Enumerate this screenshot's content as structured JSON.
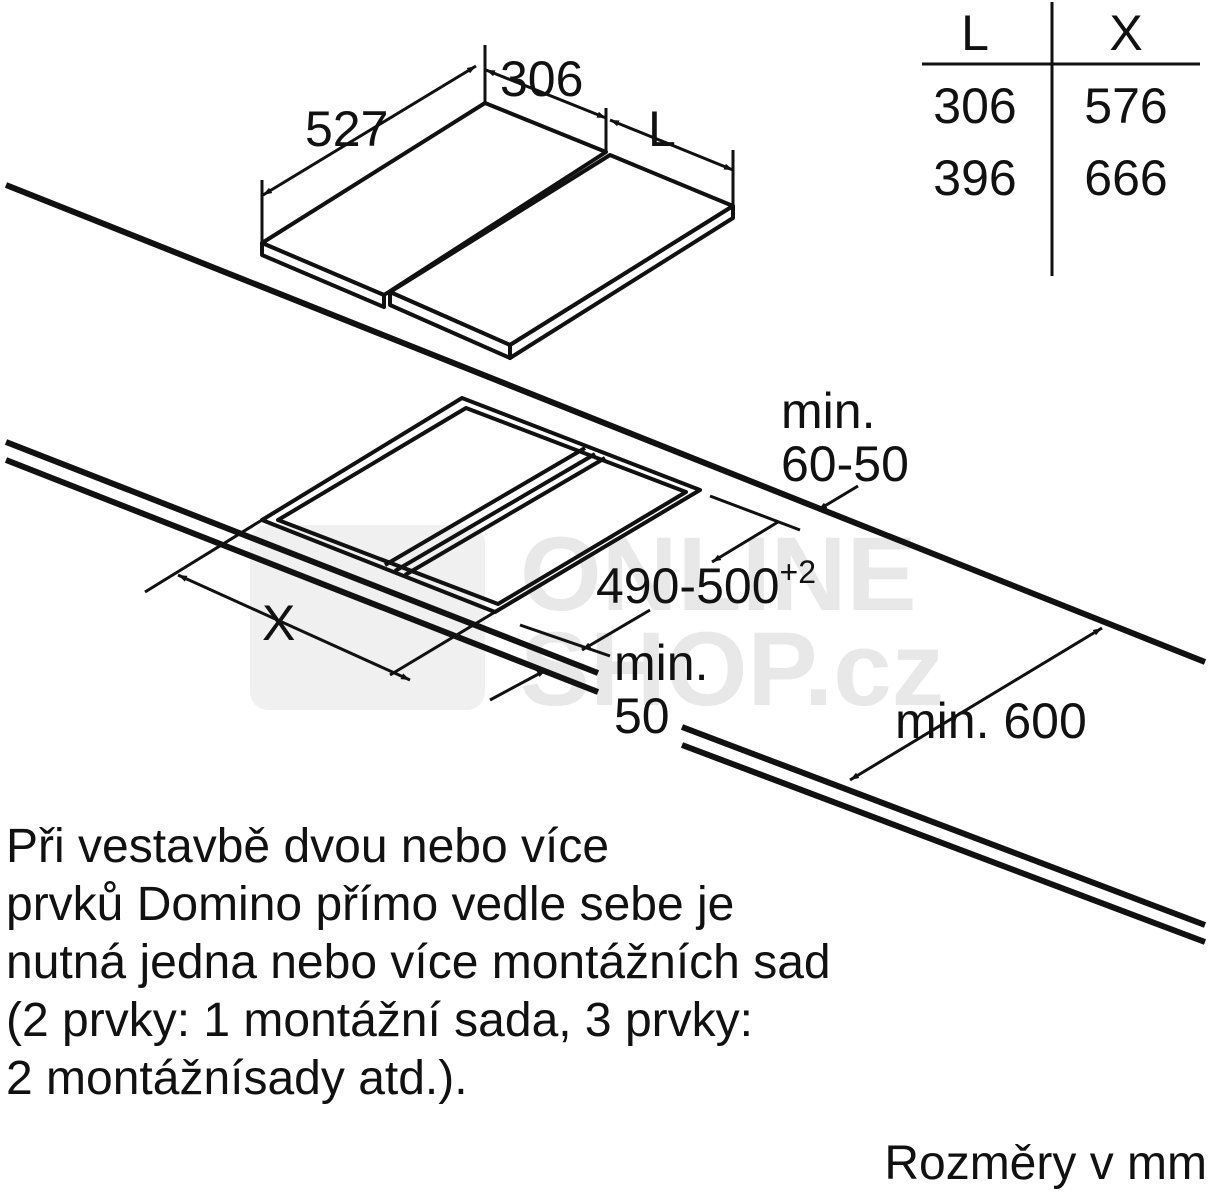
{
  "watermark": {
    "line1": "ONLINE",
    "line2": "SHOP.cz"
  },
  "dimensions": {
    "depth": "527",
    "width": "306",
    "width_variable": "L",
    "cutout_width_variable": "X",
    "cutout_depth": "490-500",
    "cutout_depth_tolerance": "+2",
    "back_distance_line1": "min.",
    "back_distance_line2": "60-50",
    "front_distance_line1": "min.",
    "front_distance_line2": "50",
    "worktop_depth": "min. 600"
  },
  "size_table": {
    "headers": [
      "L",
      "X"
    ],
    "rows": [
      [
        "306",
        "576"
      ],
      [
        "396",
        "666"
      ]
    ]
  },
  "note_lines": [
    "Při vestavbě dvou nebo více",
    "prvků Domino přímo vedle sebe je",
    "nutná jedna nebo více montážních sad",
    "(2 prvky: 1 montážní sada, 3 prvky:",
    "2 montážnísady atd.)."
  ],
  "units_label": "Rozměry v mm"
}
